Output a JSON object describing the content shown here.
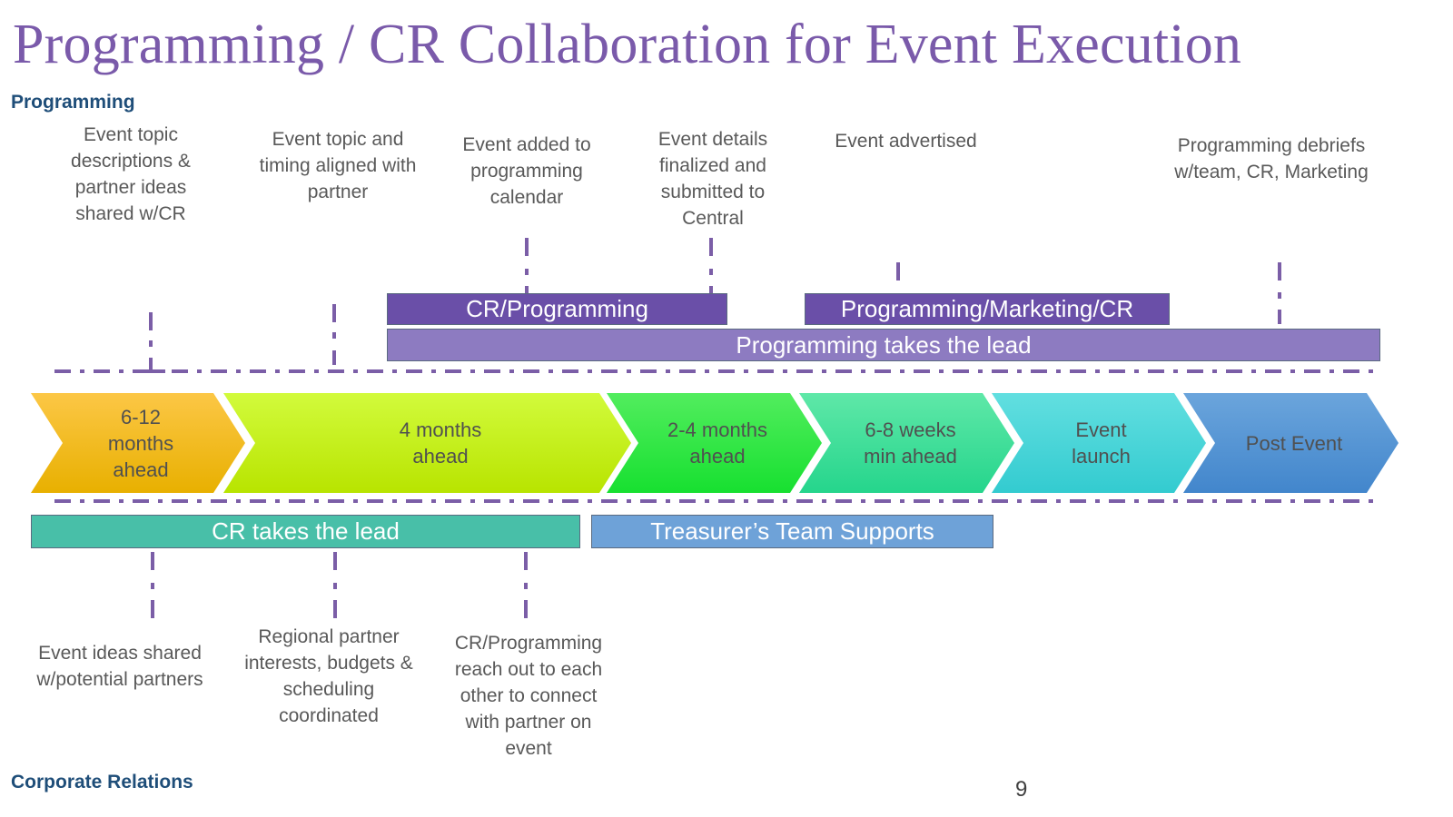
{
  "slide": {
    "title": "Programming / CR  Collaboration for Event Execution",
    "page_number": "9"
  },
  "sections": {
    "top_label": "Programming",
    "bottom_label": "Corporate  Relations"
  },
  "colors": {
    "title": "#7a5aaa",
    "section_label": "#1f4e79",
    "dash_line": "#7b5ea7",
    "bar_dark_purple": "#6a4fa8",
    "bar_light_purple": "#8d7bc1",
    "bar_teal": "#48bfa8",
    "bar_blue": "#6ea2d8"
  },
  "programming_notes": [
    {
      "text": "Event topic\ndescriptions  &\npartner ideas\nshared w/CR"
    },
    {
      "text": "Event topic and\ntiming aligned with\npartner"
    },
    {
      "text": "Event added to\nprogramming\ncalendar"
    },
    {
      "text": "Event details\nfinalized and\nsubmitted to\nCentral"
    },
    {
      "text": "Event advertised"
    },
    {
      "text": "Programming debriefs\nw/team, CR, Marketing"
    }
  ],
  "programming_bars": {
    "cr_programming": "CR/Programming",
    "programming_marketing_cr": "Programming/Marketing/CR",
    "programming_lead": "Programming takes the lead"
  },
  "timeline_phases": [
    {
      "label": "6-12\nmonths\nahead",
      "color_top": "#fcc746",
      "color_bottom": "#e8b000"
    },
    {
      "label": "4 months\nahead",
      "color_top": "#d2fb3c",
      "color_bottom": "#b8e400"
    },
    {
      "label": "2-4 months\nahead",
      "color_top": "#52ed5e",
      "color_bottom": "#17e030"
    },
    {
      "label": "6-8 weeks\nmin ahead",
      "color_top": "#5fe8a8",
      "color_bottom": "#25d58c"
    },
    {
      "label": "Event\nlaunch",
      "color_top": "#62dfe0",
      "color_bottom": "#33cbd0"
    },
    {
      "label": "Post Event",
      "color_top": "#6ba5dc",
      "color_bottom": "#4286cc"
    }
  ],
  "cr_bars": {
    "cr_lead": "CR takes the lead",
    "treasurer_support": "Treasurer’s Team Supports"
  },
  "cr_notes": [
    {
      "text": "Event ideas shared\nw/potential partners"
    },
    {
      "text": "Regional partner\ninterests, budgets &\nscheduling\ncoordinated"
    },
    {
      "text": "CR/Programming\nreach out to each\nother to connect\nwith partner on\nevent"
    }
  ]
}
